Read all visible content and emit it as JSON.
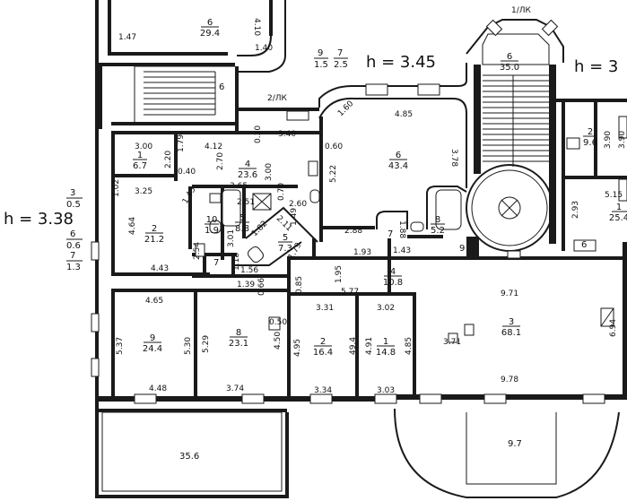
{
  "plan": {
    "ceiling_height_left": "h = 3.38",
    "ceiling_height_mid": "h = 3.45",
    "ceiling_height_right": "h = 3",
    "stair_label_top": "1/ЛК",
    "stair_label_left": "2/ЛК",
    "left_ratios": [
      {
        "num": "3",
        "den": "0.5"
      },
      {
        "num": "6",
        "den": "0.6"
      },
      {
        "num": "7",
        "den": "1.3"
      }
    ],
    "mid_ratios": [
      {
        "num": "9",
        "den": "1.5"
      },
      {
        "num": "7",
        "den": "2.5"
      }
    ],
    "rooms": [
      {
        "num": "6",
        "area": "29.4"
      },
      {
        "num": "6",
        "area": "35.0"
      },
      {
        "num": "2",
        "area": "9.6"
      },
      {
        "num": "1",
        "area": "25.4"
      },
      {
        "num": "1",
        "area": "6.7"
      },
      {
        "num": "4",
        "area": "23.6"
      },
      {
        "num": "6",
        "area": "43.4"
      },
      {
        "num": "2",
        "area": "21.2"
      },
      {
        "num": "5",
        "area": "8.8"
      },
      {
        "num": "10",
        "area": "1.9"
      },
      {
        "num": "5",
        "area": "7.3"
      },
      {
        "num": "8",
        "area": "5.2"
      },
      {
        "num": "4",
        "area": "10.8"
      },
      {
        "num": "9",
        "area": "24.4"
      },
      {
        "num": "8",
        "area": "23.1"
      },
      {
        "num": "2",
        "area": "16.4"
      },
      {
        "num": "1",
        "area": "14.8"
      },
      {
        "num": "3",
        "area": "68.1"
      }
    ],
    "plain_labels": {
      "room_6_stair": "6",
      "room_7_small": "7",
      "room_7_center": "7",
      "room_9_center": "9",
      "room_6_corner": "6",
      "balcony_left_area": "35.6",
      "balcony_right_area": "9.7"
    },
    "dims": {
      "d_1_47": "1.47",
      "d_4_10": "4.10",
      "d_1_40": "1.40",
      "d_4_85_top": "4.85",
      "d_1_60": "1.60",
      "d_3_78": "3.78",
      "d_0_60": "0.60",
      "d_5_22": "5.22",
      "d_2_88": "2.88",
      "d_1_88": "1.88",
      "d_1_43": "1.43",
      "d_1_93": "1.93",
      "d_3_00_a": "3.00",
      "d_4_12": "4.12",
      "d_0_30": "0.30",
      "d_3_40": "3.40",
      "d_1_79": "1.79",
      "d_2_20": "2.20",
      "d_0_40": "0.40",
      "d_2_70": "2.70",
      "d_3_00_b": "3.00",
      "d_1_02": "1.02",
      "d_3_25": "3.25",
      "d_3_65": "3.65",
      "d_4_64": "4.64",
      "d_1_43b": "1.43",
      "d_2_51": "2.51",
      "d_0_70": "0.70",
      "d_2_60": "2.60",
      "d_1_49": "1.49",
      "d_1_82": "1.82",
      "d_2_11": "2.11",
      "d_3_01": "3.01",
      "d_2_54": "2.54",
      "d_1_18": "1.18",
      "d_1_56": "1.56",
      "d_1_79b": "1.79",
      "d_4_43": "4.43",
      "d_1_39": "1.39",
      "d_0_66": "0.66",
      "d_4_65": "4.65",
      "d_5_37": "5.37",
      "d_5_30": "5.30",
      "d_5_29": "5.29",
      "d_0_50": "0.50",
      "d_4_50": "4.50",
      "d_4_48": "4.48",
      "d_3_74": "3.74",
      "d_0_85": "0.85",
      "d_1_95": "1.95",
      "d_5_77": "5.77",
      "d_3_31": "3.31",
      "d_3_02": "3.02",
      "d_4_95": "4.95",
      "d_4_94": "49.4",
      "d_4_91": "4.91",
      "d_4_85b": "4.85",
      "d_3_34": "3.34",
      "d_3_03": "3.03",
      "d_9_71": "9.71",
      "d_6_94": "6.94",
      "d_9_78": "9.78",
      "d_2_93": "2.93",
      "d_5_15": "5.15",
      "d_3_90": "3.90",
      "d_3_90b": "3.90",
      "d_3_71": "3.71"
    }
  }
}
